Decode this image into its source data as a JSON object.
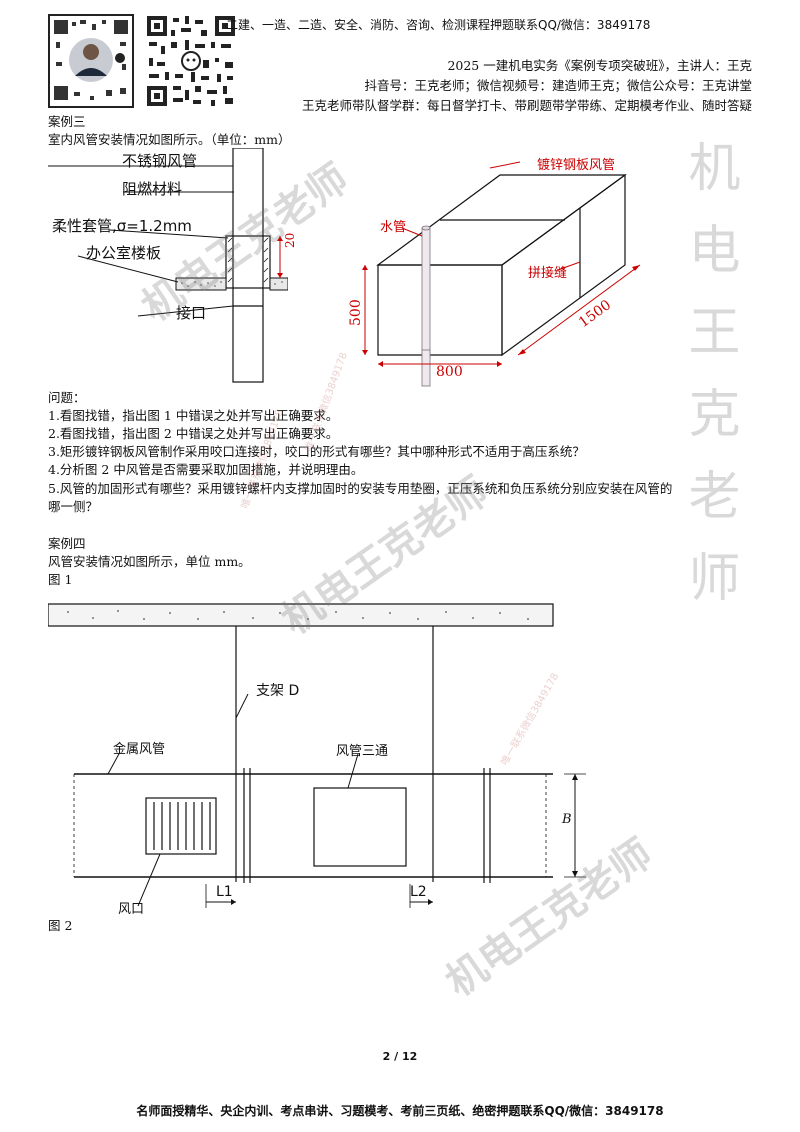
{
  "header": {
    "top_line": "二建、一造、二造、安全、消防、咨询、检测课程押题联系QQ/微信：3849178",
    "course_line": "2025 一建机电实务《案例专项突破班》，主讲人：王克",
    "social_line": "抖音号：王克老师；微信视频号：建造师王克；微信公众号：王克讲堂",
    "group_line": "王克老师带队督学群：每日督学打卡、带刷题带学带练、定期模考作业、随时答疑"
  },
  "case3": {
    "title": "案例三",
    "intro": "室内风管安装情况如图所示。（单位：mm）",
    "fig1": {
      "label_stainless": "不锈钢风管",
      "label_flame": "阻燃材料",
      "label_sleeve": "柔性套管,σ=1.2mm",
      "label_floor": "办公室楼板",
      "label_joint": "接口",
      "dim_20": "20"
    },
    "fig2": {
      "label_galv": "镀锌钢板风管",
      "label_water": "水管",
      "label_seam": "拼接缝",
      "dim_500": "500",
      "dim_800": "800",
      "dim_1500": "1500"
    },
    "questions_title": "问题：",
    "questions": [
      "1.看图找错，指出图 1 中错误之处并写出正确要求。",
      "2.看图找错，指出图 2 中错误之处并写出正确要求。",
      "3.矩形镀锌钢板风管制作采用咬口连接时，咬口的形式有哪些？其中哪种形式不适用于高压系统？",
      "4.分析图 2 中风管是否需要采取加固措施，并说明理由。",
      "5.风管的加固形式有哪些？采用镀锌螺杆内支撑加固时的安装专用垫圈，正压系统和负压系统分别应安装在风管的",
      "哪一侧？"
    ]
  },
  "case4": {
    "title": "案例四",
    "intro": "风管安装情况如图所示，单位 mm。",
    "fig1_caption": "图 1",
    "fig": {
      "label_support": "支架 D",
      "label_duct": "金属风管",
      "label_tee": "风管三通",
      "label_outlet": "风口",
      "label_L1": "L1",
      "label_L2": "L2",
      "label_B": "B"
    },
    "fig2_caption": "图 2"
  },
  "watermarks": {
    "wm_left": "机电王克老师",
    "wm_mid": "机电王克老师",
    "wm_bottom": "机电王克老师",
    "wm_vertical": "机电王克老师",
    "wm_small_1": "唯一联系微信3849178",
    "wm_small_2": "唯一联系微信3849178",
    "wm_small_3": "唯一联系微信3849178"
  },
  "page_number": "2 / 12",
  "footer": "名师面授精华、央企内训、考点串讲、习题模考、考前三页纸、绝密押题联系QQ/微信：3849178"
}
